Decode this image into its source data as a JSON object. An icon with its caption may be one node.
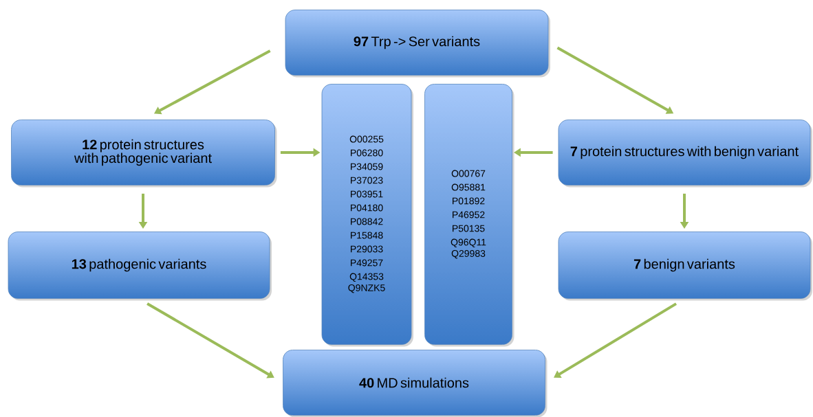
{
  "diagram": {
    "nodes": [
      {
        "text": [
          "**97** Trp -> Ser variants"
        ]
      },
      {
        "text": [
          "**12** protein structures with pathogenic variant"
        ]
      },
      {
        "text": [
          "**7** protein structures with benign variant"
        ]
      },
      {
        "text": [
          "O00255",
          "P06280",
          "P34059",
          "P37023",
          "P03951",
          "P04180",
          "P08842",
          "P15848",
          "P29033",
          "P49257",
          "Q14353",
          "Q9NZK5"
        ]
      },
      {
        "text": [
          "O00767",
          "O95881",
          "P01892",
          "P46952",
          "P50135",
          "Q96Q11",
          "Q29983"
        ]
      },
      {
        "text": [
          "**13** pathogenic variants"
        ]
      },
      {
        "text": [
          "**7** benign variants"
        ]
      },
      {
        "text": [
          "**40** MD simulations"
        ]
      }
    ],
    "edges": [
      {
        "from": 0,
        "to": 1,
        "arrow": "to"
      },
      {
        "from": 0,
        "to": 2,
        "arrow": "to"
      },
      {
        "from": 1,
        "to": 3,
        "arrow": "to"
      },
      {
        "from": 2,
        "to": 4,
        "arrow": "to"
      },
      {
        "from": 1,
        "to": 5,
        "arrow": "to"
      },
      {
        "from": 2,
        "to": 6,
        "arrow": "to"
      },
      {
        "from": 5,
        "to": 7,
        "arrow": "to"
      },
      {
        "from": 6,
        "to": 7,
        "arrow": "to"
      }
    ]
  }
}
